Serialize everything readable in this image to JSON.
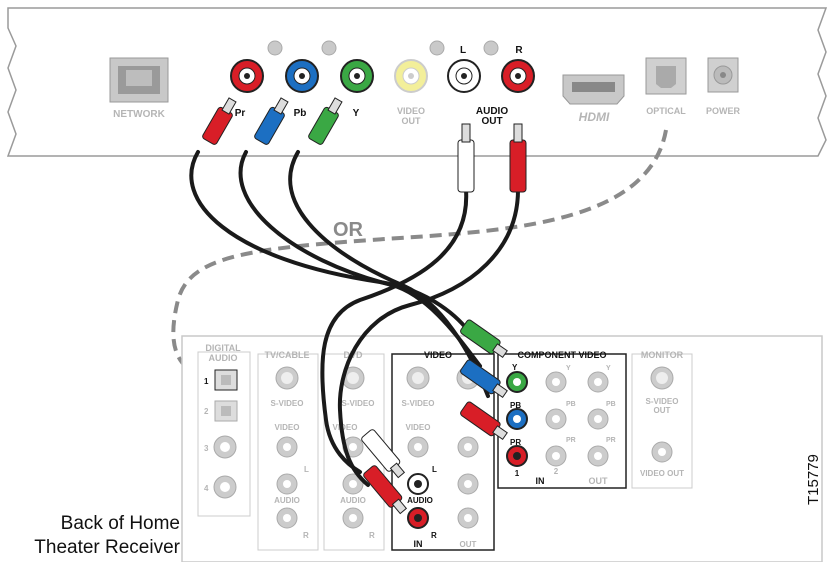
{
  "stb": {
    "network": "NETWORK",
    "pr": "Pr",
    "pb": "Pb",
    "y": "Y",
    "video_out": [
      "VIDEO",
      "OUT"
    ],
    "l": "L",
    "r": "R",
    "audio_out": [
      "AUDIO",
      "OUT"
    ],
    "hdmi": "HDMI",
    "optical": "OPTICAL",
    "power": "POWER"
  },
  "or_label": "OR",
  "receiver": {
    "digital_audio": [
      "DIGITAL",
      "AUDIO"
    ],
    "digital_numbers": [
      "1",
      "2",
      "3",
      "4"
    ],
    "tvcable": "TV/CABLE",
    "dvd": "DVD",
    "video": "VIDEO",
    "s_video": "S-VIDEO",
    "video_lbl": "VIDEO",
    "audio_lbl": "AUDIO",
    "l": "L",
    "r": "R",
    "in": "IN",
    "out": "OUT",
    "component_video": "COMPONENT VIDEO",
    "comp_y": "Y",
    "comp_pb": "PB",
    "comp_pr": "PR",
    "comp_1": "1",
    "comp_2": "2",
    "monitor": "MONITOR",
    "monitor_svideo": [
      "S-VIDEO",
      "OUT"
    ],
    "monitor_video": "VIDEO OUT"
  },
  "caption": [
    "Back of Home",
    "Theater Receiver"
  ],
  "figure_code": "T15779",
  "colors": {
    "red": "#d81e27",
    "blue": "#1c6fc2",
    "green": "#3aa844",
    "white": "#ffffff",
    "cable": "#1a1a1a",
    "gray": "#8a8a8a"
  }
}
